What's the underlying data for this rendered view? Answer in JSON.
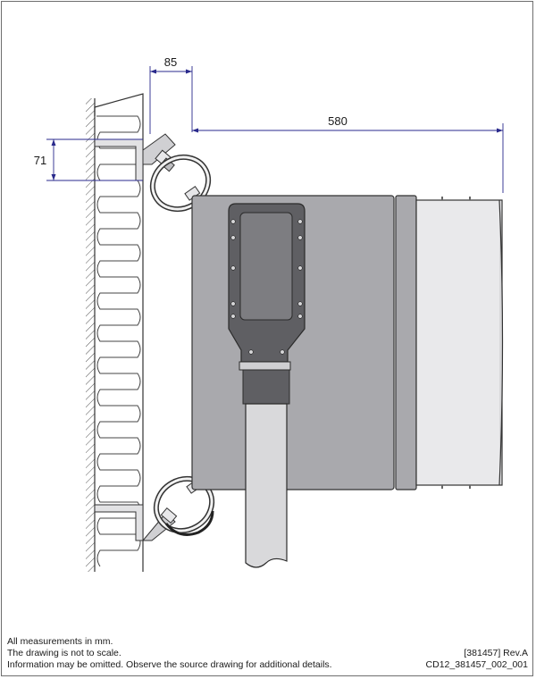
{
  "dimensions": {
    "bracket_offset": "85",
    "depth": "580",
    "bracket_height": "71"
  },
  "notes": [
    "All measurements in mm.",
    "The drawing is not to scale.",
    "Information may be omitted. Observe the source drawing for additional details."
  ],
  "reference": {
    "revision": "[381457] Rev.A",
    "drawing_id": "CD12_381457_002_001"
  },
  "colors": {
    "dimension_line": "#2a2a8c",
    "body_gray": "#a9a9ad",
    "plate_dark": "#5f5f63",
    "pipe_light": "#d9d9db",
    "outline": "#2b2b2b"
  }
}
